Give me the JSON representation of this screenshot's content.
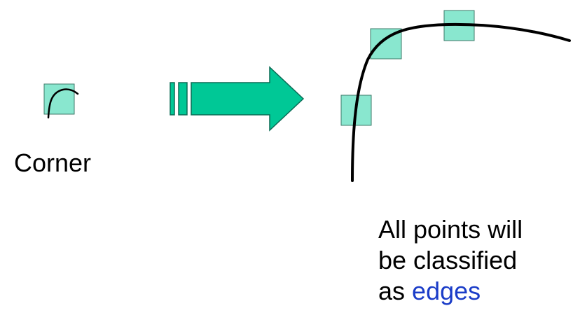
{
  "labels": {
    "corner": "Corner",
    "caption_line1": "All points will",
    "caption_line2": "be classified",
    "caption_line3_prefix": "as",
    "caption_line3_highlight": "edges"
  },
  "colors": {
    "box_fill": "#80e6cc",
    "arrow_fill": "#00c896",
    "curve": "#000000",
    "highlight_text": "#1a3cc8"
  }
}
